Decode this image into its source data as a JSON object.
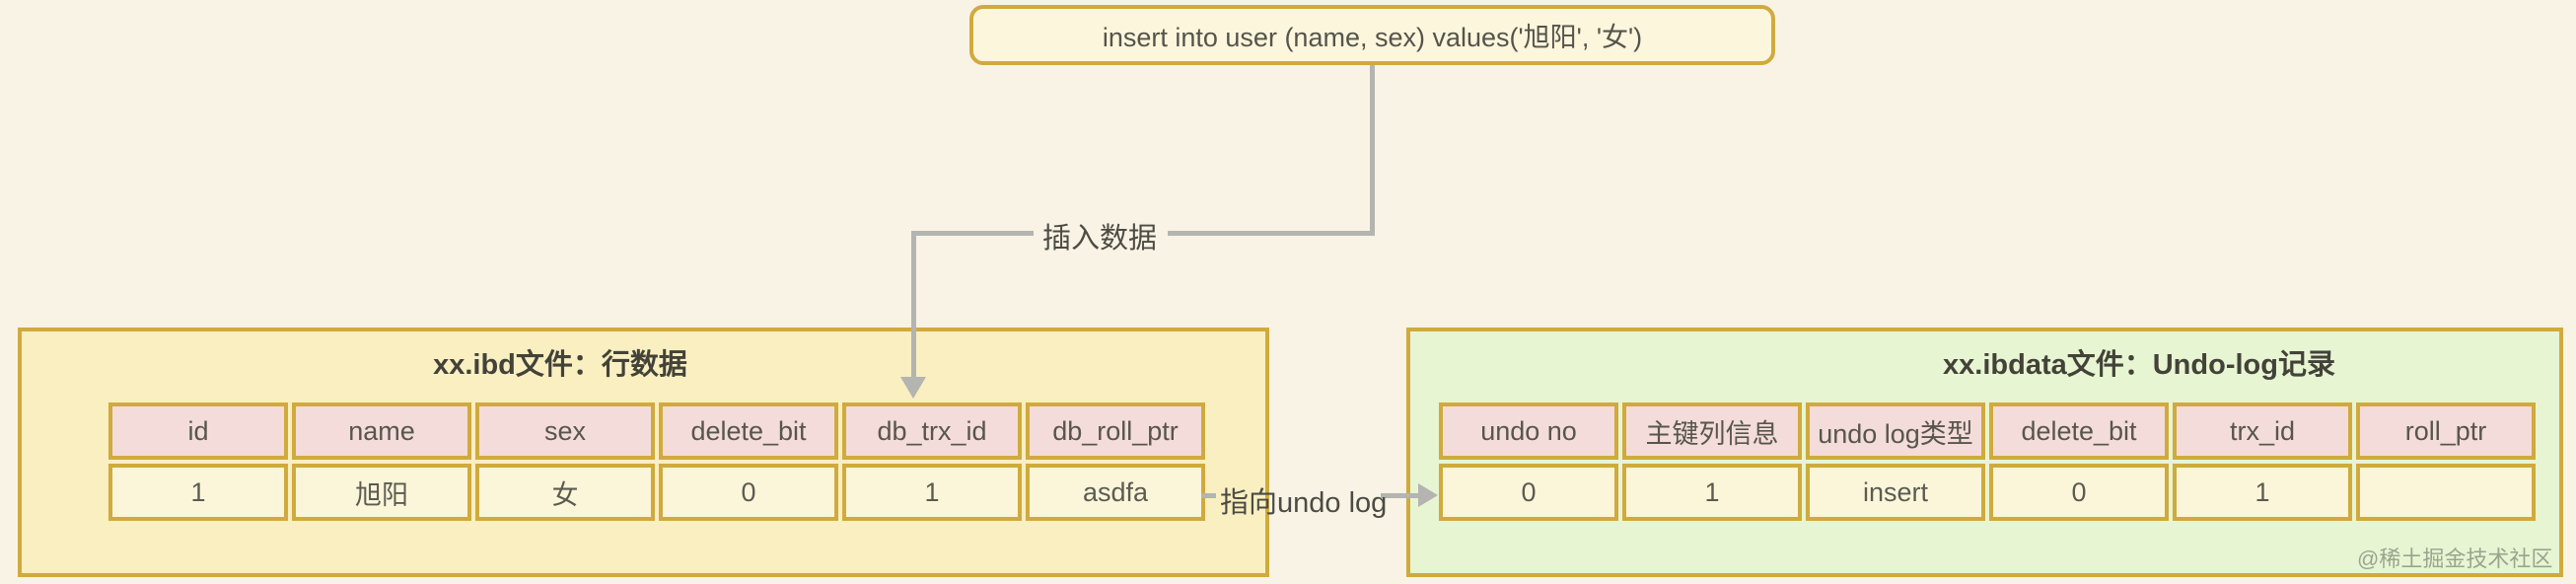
{
  "sql_box": {
    "text": "insert into user (name, sex) values('旭阳', '女')"
  },
  "flow": {
    "insert_label": "插入数据",
    "undo_label": "指向undo log"
  },
  "row_data_panel": {
    "title": "xx.ibd文件：行数据",
    "headers": [
      "id",
      "name",
      "sex",
      "delete_bit",
      "db_trx_id",
      "db_roll_ptr"
    ],
    "row": [
      "1",
      "旭阳",
      "女",
      "0",
      "1",
      "asdfa"
    ]
  },
  "undo_log_panel": {
    "title": "xx.ibdata文件：Undo-log记录",
    "headers": [
      "undo no",
      "主键列信息",
      "undo log类型",
      "delete_bit",
      "trx_id",
      "roll_ptr"
    ],
    "row": [
      "0",
      "1",
      "insert",
      "0",
      "1",
      ""
    ]
  },
  "watermark": {
    "text": "@稀土掘金技术社区"
  },
  "colors": {
    "gold_border": "#d0aa3d",
    "page_background": "#f8f3e4",
    "sql_box_fill": "#fcf6dc",
    "row_panel_fill": "#f9efc1",
    "undo_panel_fill": "#e7f5d3",
    "header_cell_fill": "#f4dcdb",
    "data_cell_fill": "#fbf6da",
    "connector_gray": "#b4b4b0"
  }
}
